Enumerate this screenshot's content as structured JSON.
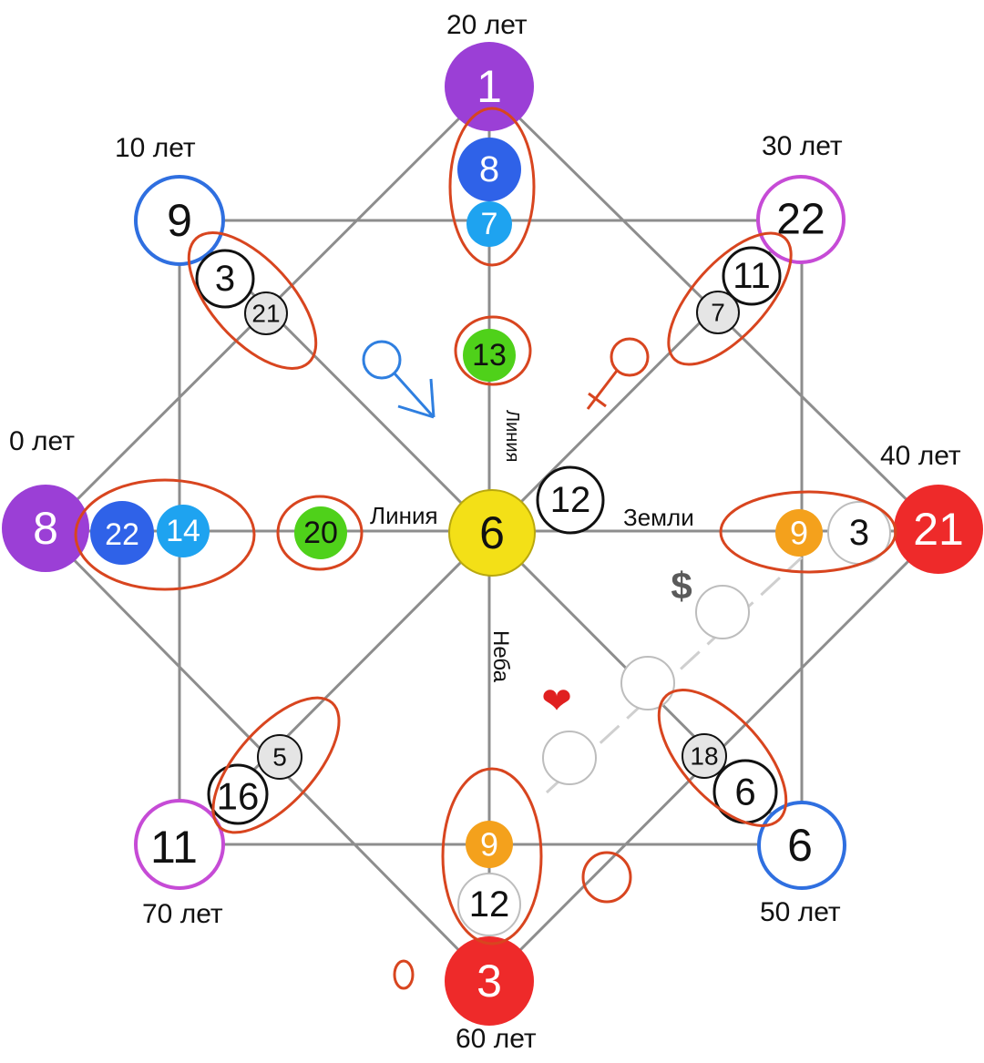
{
  "age_labels": {
    "age_0": "0 лет",
    "age_10": "10 лет",
    "age_20": "20 лет",
    "age_30": "30 лет",
    "age_40": "40 лет",
    "age_50": "50 лет",
    "age_60": "60 лет",
    "age_70": "70 лет"
  },
  "line_labels": {
    "earth_left": "Линия",
    "earth_right": "Земли",
    "sky_top": "Линия",
    "sky_bottom": "Неба"
  },
  "symbols": {
    "dollar": "$",
    "heart": "❤"
  },
  "nodes": {
    "center": "6",
    "center_side": "12",
    "top": "1",
    "top_inner_1": "8",
    "top_inner_2": "7",
    "top_inner_3": "13",
    "left": "8",
    "left_inner_1": "22",
    "left_inner_2": "14",
    "left_inner_3": "20",
    "right": "21",
    "right_inner_1": "3",
    "right_inner_2": "9",
    "bottom": "3",
    "bottom_inner_1": "12",
    "bottom_inner_2": "9",
    "top_left": "9",
    "top_left_inner_1": "3",
    "top_left_inner_2": "21",
    "top_right": "22",
    "top_right_inner_1": "11",
    "top_right_inner_2": "7",
    "bottom_right": "6",
    "bottom_right_inner_1": "6",
    "bottom_right_inner_2": "18",
    "bottom_left": "11",
    "bottom_left_inner_1": "16",
    "bottom_left_inner_2": "5"
  },
  "colors": {
    "purple": "#9b3fd6",
    "red": "#ee2a2a",
    "blue_dark": "#2f62e8",
    "blue_light": "#1ea3f0",
    "green": "#4fd11a",
    "yellow": "#f3e017",
    "orange": "#f4a11c",
    "grey_light": "#e5e5e5",
    "ring_blue": "#2f6fe0",
    "ring_magenta": "#c64bd6",
    "annotation_red": "#d8451f",
    "male_blue": "#2f7fe0",
    "line_grey": "#7a7a7a"
  }
}
